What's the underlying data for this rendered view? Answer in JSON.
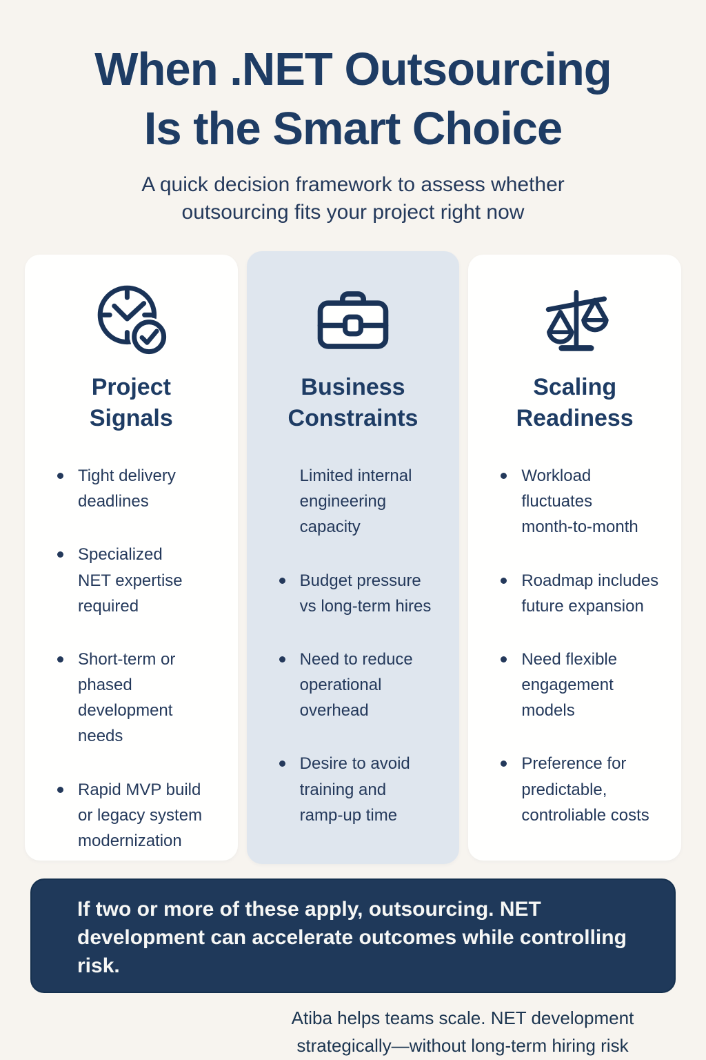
{
  "header": {
    "title": "When .NET Outsourcing\nIs the Smart Choice",
    "subtitle": "A quick decision framework to assess whether\noutsourcing fits your project right now"
  },
  "columns": [
    {
      "icon": "clock-check-icon",
      "title": "Project Signals",
      "items": [
        {
          "text": "Tight delivery\ndeadlines"
        },
        {
          "text": "Specialized\nNET expertise\nrequired"
        },
        {
          "text": "Short-term or\nphased\ndevelopment\nneeds"
        },
        {
          "text": "Rapid MVP build\nor legacy system\nmodernization"
        }
      ]
    },
    {
      "icon": "briefcase-icon",
      "title": "Business Constraints",
      "items": [
        {
          "text": "Limited internal\nengineering\ncapacity"
        },
        {
          "text": "Budget pressure\nvs long-term hires"
        },
        {
          "text": "Need to reduce\noperational\noverhead"
        },
        {
          "text": "Desire to avoid\ntraining and\nramp-up time"
        }
      ]
    },
    {
      "icon": "scales-icon",
      "title": "Scaling Readiness",
      "items": [
        {
          "text": "Workload\nfluctuates\nmonth-to-month"
        },
        {
          "text": "Roadmap includes\nfuture expansion"
        },
        {
          "text": "Need flexible\nengagement\nmodels"
        },
        {
          "text": "Preference for\npredictable,\ncontroliable costs"
        }
      ]
    }
  ],
  "banner": {
    "text": "If two or more of these apply, outsourcing. NET\ndevelopment can accelerate outcomes while controlling\nrisk."
  },
  "footer": {
    "line1": "Atiba helps teams scale. NET development",
    "line2": "strategically—without long-term hiring risk"
  },
  "colors": {
    "navy_text": "#1e3c64",
    "banner_bg": "#1f395a",
    "banner_text": "#f6f7f5",
    "card_white": "#fffffe",
    "card_blue": "#dfe6ee",
    "page_bg": "#f7f4ef",
    "icon_stroke": "#1a3357"
  }
}
